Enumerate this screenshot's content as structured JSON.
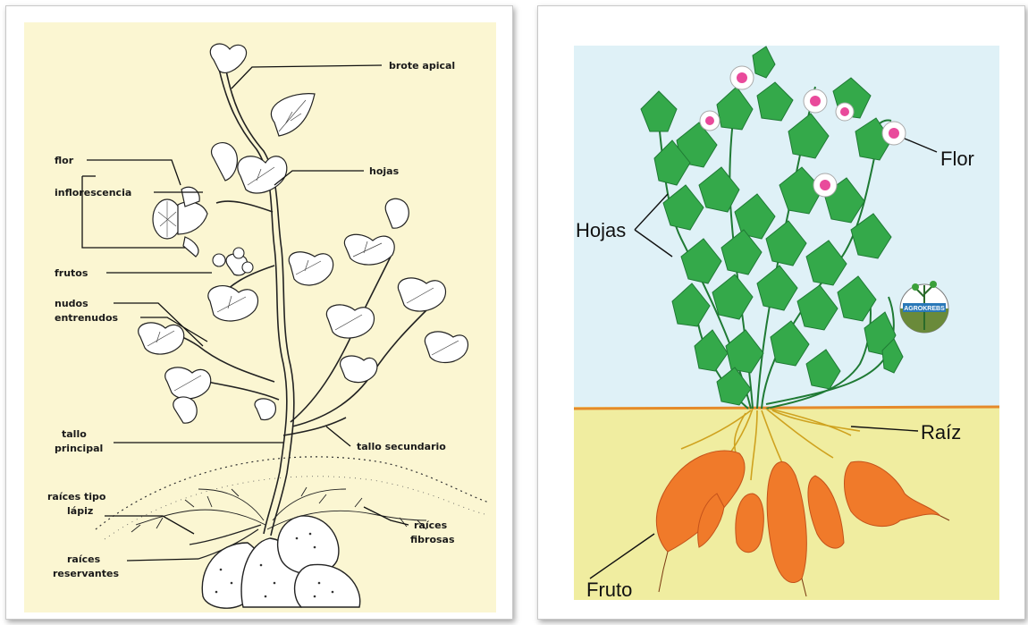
{
  "left_diagram": {
    "labels": {
      "brote_apical": "brote apical",
      "flor": "flor",
      "inflorescencia": "inflorescencia",
      "hojas": "hojas",
      "frutos": "frutos",
      "nudos": "nudos",
      "entrenudos": "entrenudos",
      "tallo_principal_1": "tallo",
      "tallo_principal_2": "principal",
      "tallo_secundario": "tallo secundario",
      "raices_lapiz_1": "raíces tipo",
      "raices_lapiz_2": "lápiz",
      "raices_fibrosas_1": "raíces",
      "raices_fibrosas_2": "fibrosas",
      "raices_reservantes_1": "raíces",
      "raices_reservantes_2": "reservantes"
    }
  },
  "right_diagram": {
    "labels": {
      "flor": "Flor",
      "hojas": "Hojas",
      "raiz": "Raíz",
      "fruto": "Fruto"
    },
    "logo": {
      "text": "AGROKREBS"
    }
  },
  "colors": {
    "left_bg": "#fbf6d2",
    "sky": "#dff1f7",
    "soil": "#f0eda0",
    "ground_line": "#e58a2a",
    "leaf": "#34a94a",
    "leaf_dark": "#1f7a34",
    "flower": "#e94a9b",
    "root": "#cfa21f",
    "tuber": "#f07a2a"
  }
}
